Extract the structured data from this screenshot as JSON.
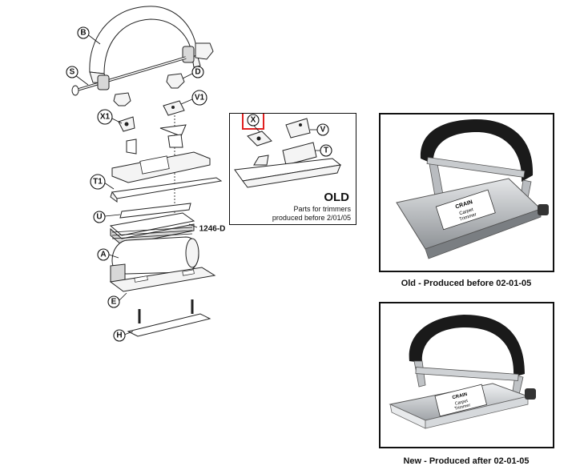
{
  "callouts": {
    "b": "B",
    "s": "S",
    "d": "D",
    "v1": "V1",
    "x1": "X1",
    "t1": "T1",
    "u": "U",
    "part_1246d": "1246-D",
    "a": "A",
    "e": "E",
    "h": "H",
    "x": "X",
    "v": "V",
    "t": "T"
  },
  "old_inset": {
    "heading": "OLD",
    "line1": "Parts for trimmers",
    "line2": "produced before 2/01/05"
  },
  "photos": {
    "old_caption": "Old - Produced before 02-01-05",
    "new_caption": "New - Produced after 02-01-05",
    "label_brand": "CRAIN",
    "label_text1": "Carpet",
    "label_text2": "Trimmer"
  },
  "colors": {
    "highlight": "#e02020",
    "handle": "#1a1a1a",
    "metal": "#b9bcc0"
  }
}
